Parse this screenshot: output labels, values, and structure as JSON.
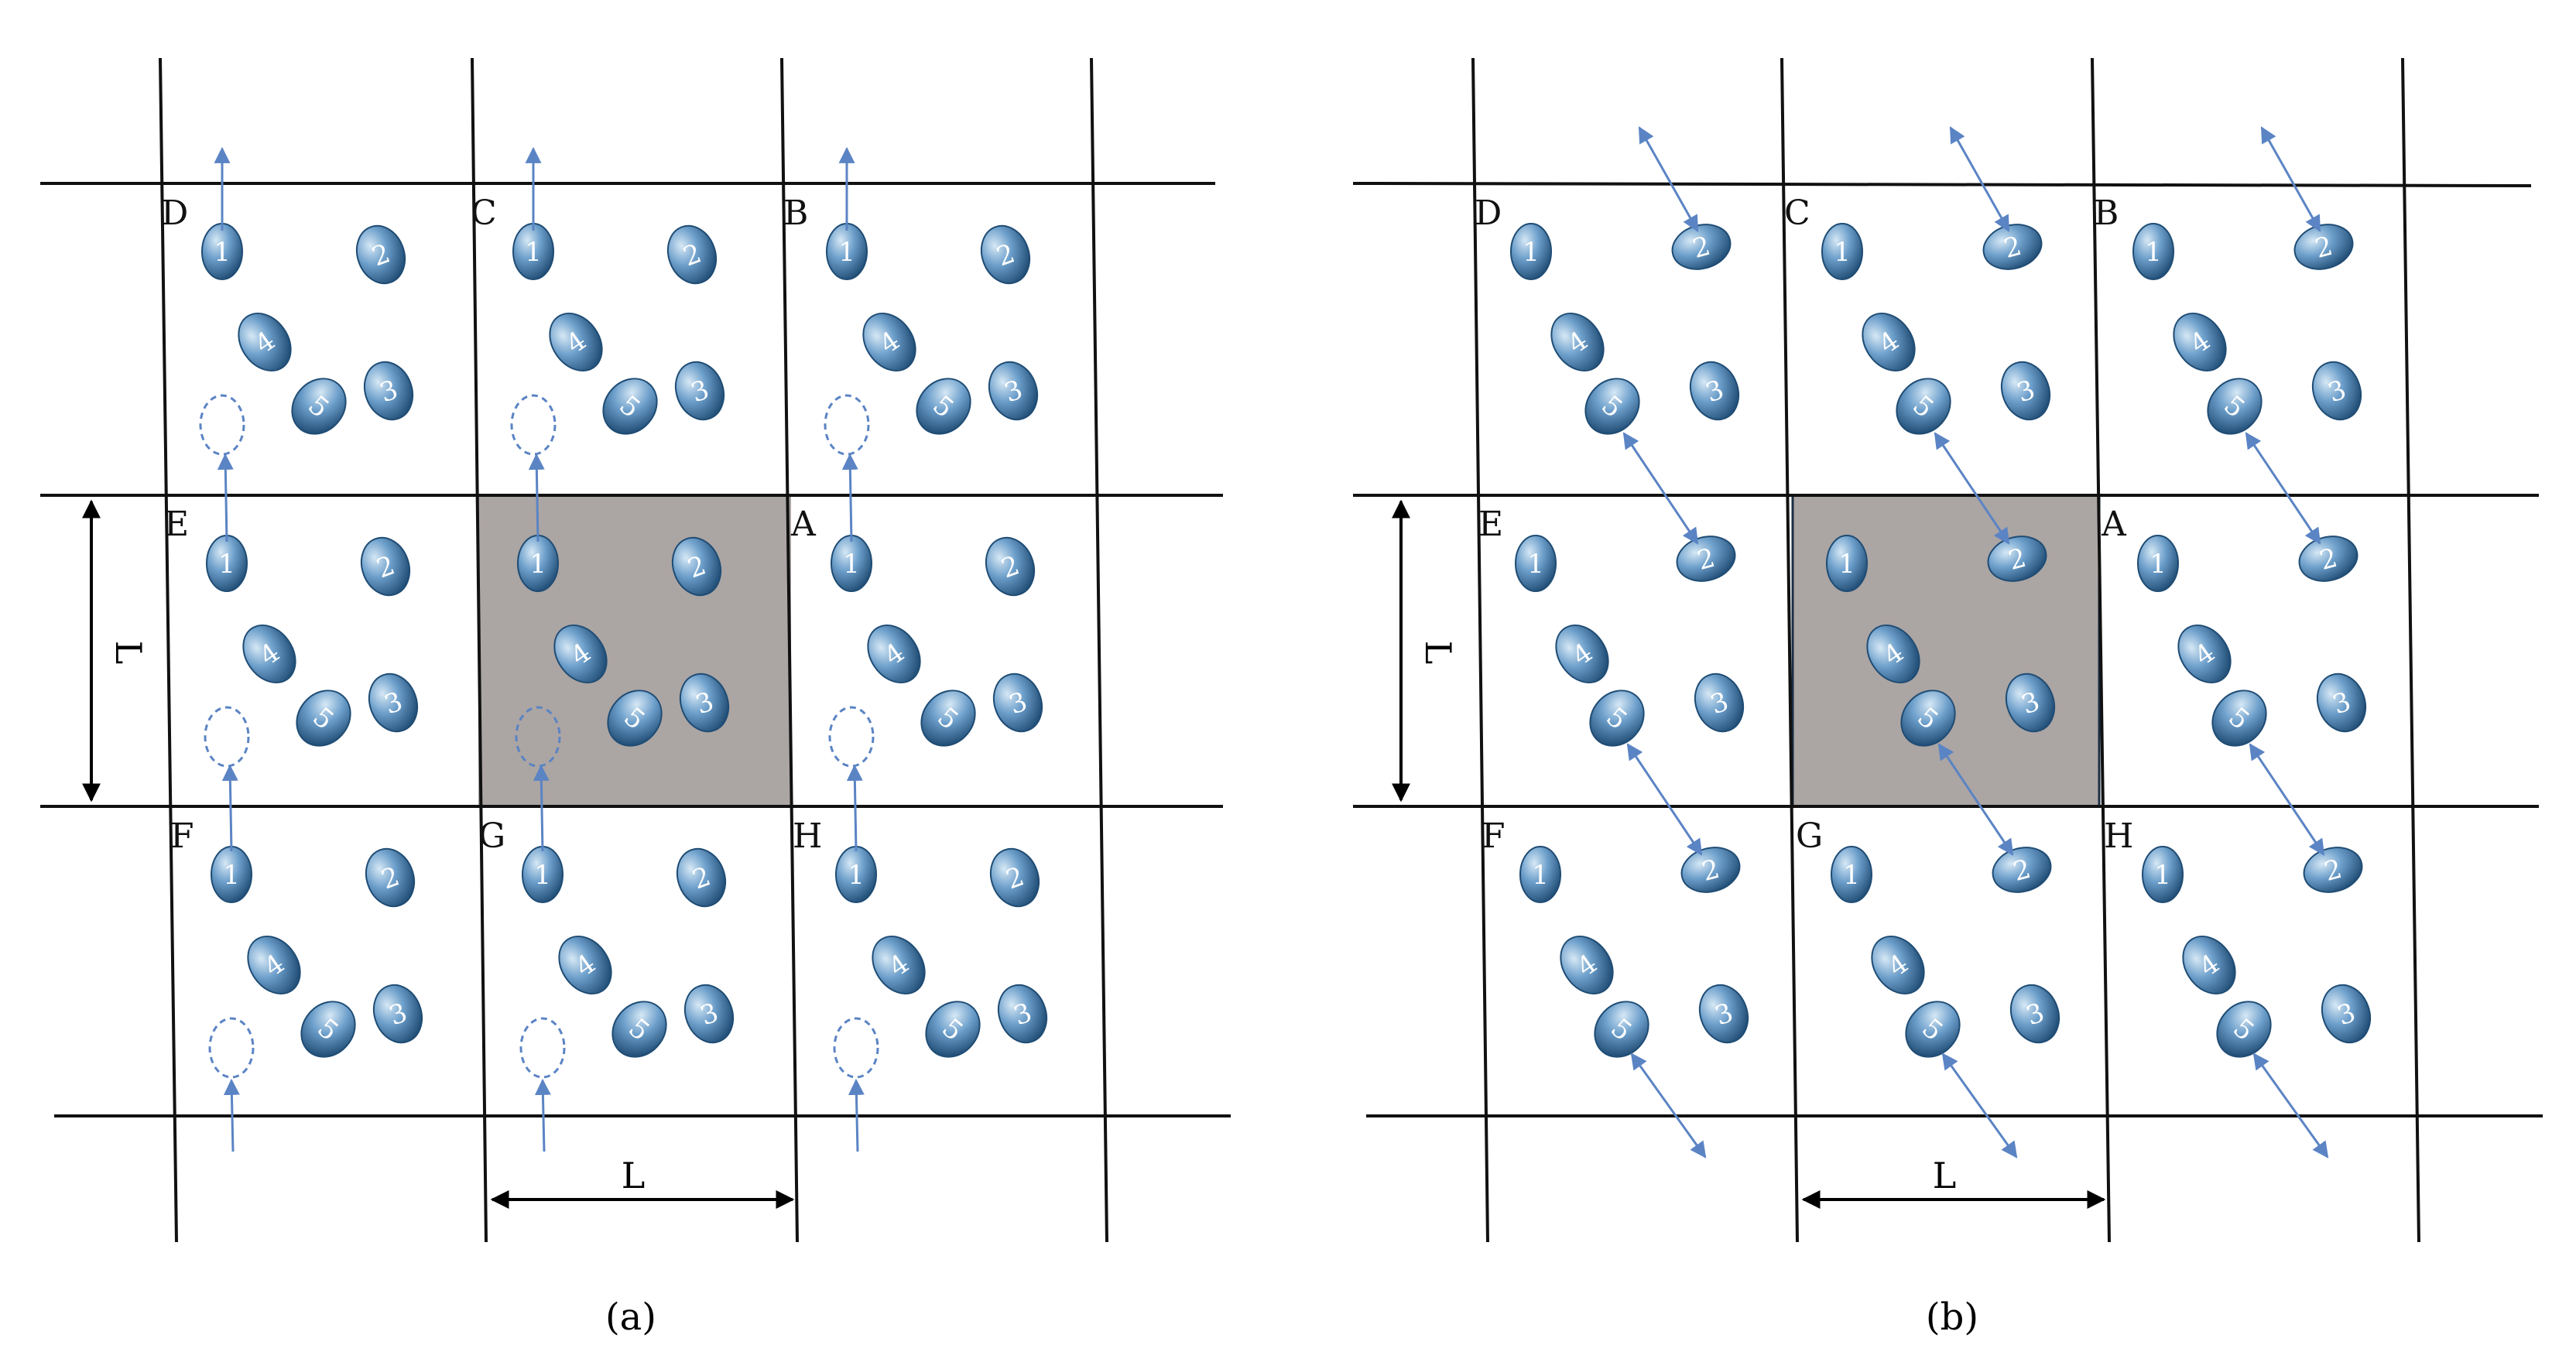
{
  "panels": [
    {
      "caption": "(a)",
      "cell_labels": [
        "D",
        "C",
        "B",
        "E",
        "A",
        "F",
        "G",
        "H"
      ],
      "dimension_vertical": "L",
      "dimension_horizontal": "L",
      "particle_numbers": [
        "1",
        "2",
        "3",
        "4",
        "5"
      ],
      "movement": "particle 1 moves up and exits through the top boundary; its periodic image re-enters through the bottom boundary (dashed outline)"
    },
    {
      "caption": "(b)",
      "cell_labels": [
        "D",
        "C",
        "B",
        "E",
        "A",
        "F",
        "G",
        "H"
      ],
      "dimension_vertical": "L",
      "dimension_horizontal": "L",
      "particle_numbers": [
        "1",
        "2",
        "3",
        "4",
        "5"
      ],
      "movement": "particles 2 and 5 interact across the periodic cell boundary (double-headed arrows)"
    }
  ],
  "colors": {
    "particle_light": "#bcd6ea",
    "particle_mid": "#5b8fbd",
    "particle_dark": "#1f4c74",
    "arrow": "#5b84c4",
    "center_cell": "#aba5a3",
    "grid": "#111111"
  }
}
